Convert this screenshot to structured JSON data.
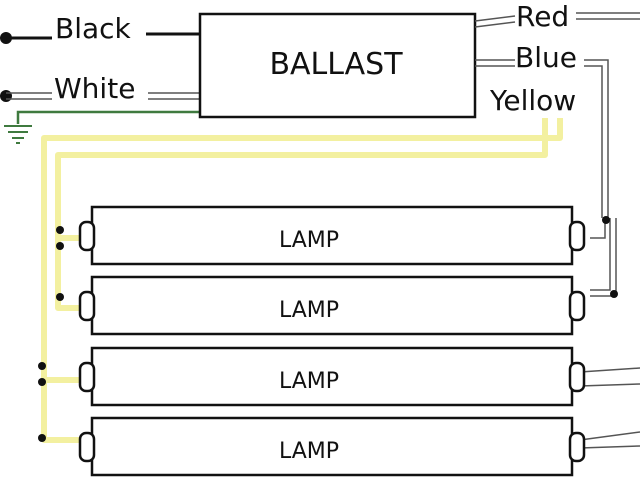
{
  "ballast": {
    "label": "BALLAST"
  },
  "wires": {
    "black": "Black",
    "white": "White",
    "red": "Red",
    "blue": "Blue",
    "yellow": "Yellow"
  },
  "lamps": [
    {
      "label": "LAMP"
    },
    {
      "label": "LAMP"
    },
    {
      "label": "LAMP"
    },
    {
      "label": "LAMP"
    }
  ],
  "colors": {
    "line": "#111111",
    "yellow_wire": "#f3f0a0",
    "ground_wire": "#3f7a3f",
    "double_wire": "#555555"
  }
}
